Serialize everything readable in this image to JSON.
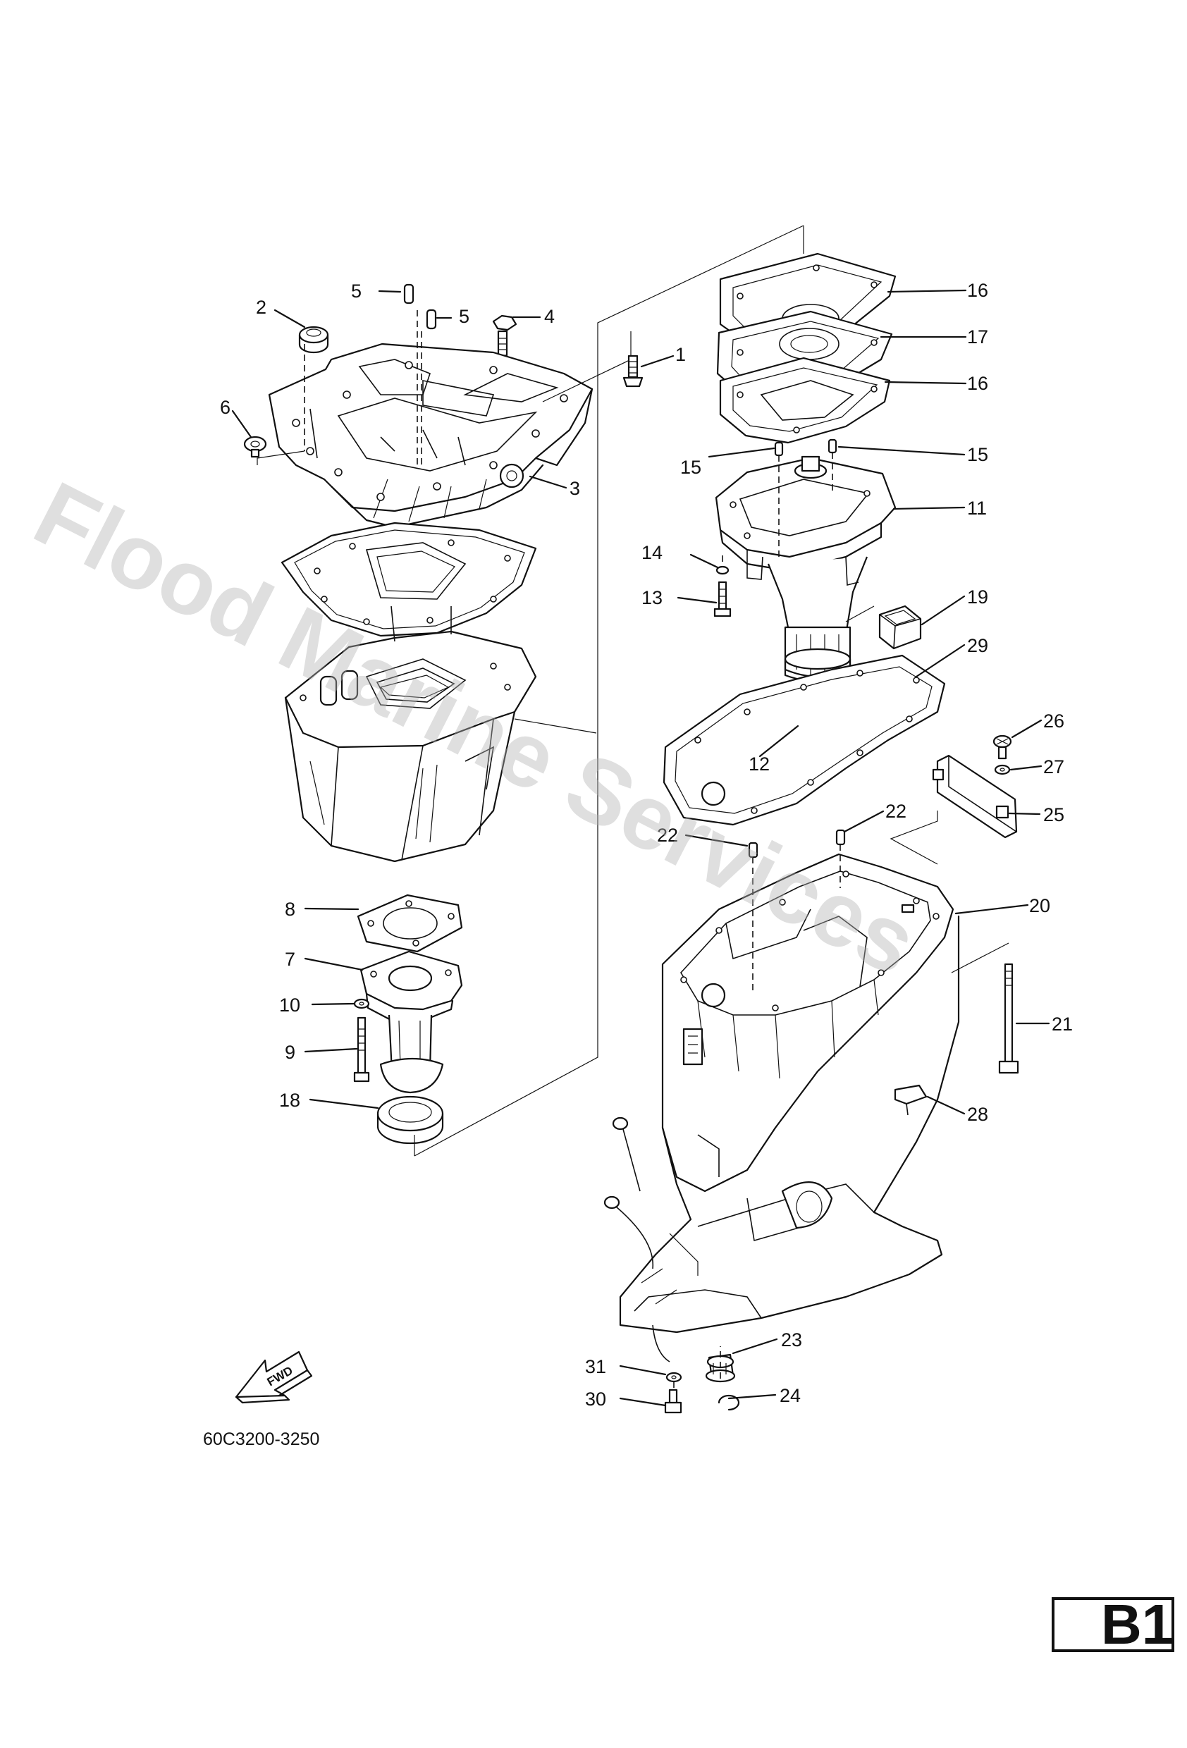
{
  "watermark": "Flood Marine Services",
  "diagram_code": "60C3200-3250",
  "fwd_label": "FWD",
  "page_tag": "B1",
  "callouts": [
    {
      "id": "c1",
      "label": "1"
    },
    {
      "id": "c2",
      "label": "2"
    },
    {
      "id": "c3",
      "label": "3"
    },
    {
      "id": "c4",
      "label": "4"
    },
    {
      "id": "c5a",
      "label": "5"
    },
    {
      "id": "c5b",
      "label": "5"
    },
    {
      "id": "c6",
      "label": "6"
    },
    {
      "id": "c7",
      "label": "7"
    },
    {
      "id": "c8",
      "label": "8"
    },
    {
      "id": "c9",
      "label": "9"
    },
    {
      "id": "c10",
      "label": "10"
    },
    {
      "id": "c11",
      "label": "11"
    },
    {
      "id": "c12",
      "label": "12"
    },
    {
      "id": "c13",
      "label": "13"
    },
    {
      "id": "c14",
      "label": "14"
    },
    {
      "id": "c15a",
      "label": "15"
    },
    {
      "id": "c15b",
      "label": "15"
    },
    {
      "id": "c16a",
      "label": "16"
    },
    {
      "id": "c16b",
      "label": "16"
    },
    {
      "id": "c17",
      "label": "17"
    },
    {
      "id": "c18",
      "label": "18"
    },
    {
      "id": "c19",
      "label": "19"
    },
    {
      "id": "c20",
      "label": "20"
    },
    {
      "id": "c21",
      "label": "21"
    },
    {
      "id": "c22a",
      "label": "22"
    },
    {
      "id": "c22b",
      "label": "22"
    },
    {
      "id": "c23",
      "label": "23"
    },
    {
      "id": "c24",
      "label": "24"
    },
    {
      "id": "c25",
      "label": "25"
    },
    {
      "id": "c26",
      "label": "26"
    },
    {
      "id": "c27",
      "label": "27"
    },
    {
      "id": "c28",
      "label": "28"
    },
    {
      "id": "c29",
      "label": "29"
    },
    {
      "id": "c30",
      "label": "30"
    },
    {
      "id": "c31",
      "label": "31"
    }
  ]
}
